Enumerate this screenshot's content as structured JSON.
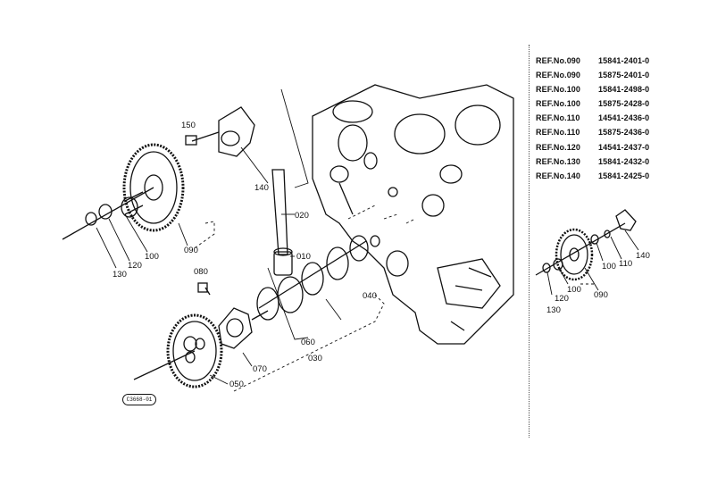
{
  "labels": {
    "l150": "150",
    "l140": "140",
    "l020": "020",
    "l010": "010",
    "l080": "080",
    "l070": "070",
    "l060": "060",
    "l050": "050",
    "l030": "030",
    "l040": "040",
    "l130": "130",
    "l120": "120",
    "l100": "100",
    "l090": "090",
    "r130": "130",
    "r120": "120",
    "r100": "100",
    "r090": "090",
    "r100b": "100",
    "r110": "110",
    "r140": "140"
  },
  "code_badge": "C3668-01",
  "refs": [
    {
      "ref": "REF.No.090",
      "part": "15841-2401-0"
    },
    {
      "ref": "REF.No.090",
      "part": "15875-2401-0"
    },
    {
      "ref": "REF.No.100",
      "part": "15841-2498-0"
    },
    {
      "ref": "REF.No.100",
      "part": "15875-2428-0"
    },
    {
      "ref": "REF.No.110",
      "part": "14541-2436-0"
    },
    {
      "ref": "REF.No.110",
      "part": "15875-2436-0"
    },
    {
      "ref": "REF.No.120",
      "part": "14541-2437-0"
    },
    {
      "ref": "REF.No.130",
      "part": "15841-2432-0"
    },
    {
      "ref": "REF.No.140",
      "part": "15841-2425-0"
    }
  ]
}
